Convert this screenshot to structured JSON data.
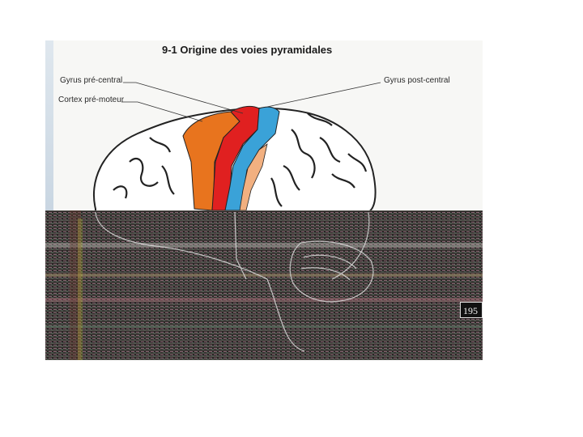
{
  "figure": {
    "title": "9-1 Origine des voies pyramidales",
    "labels": {
      "precentral": "Gyrus pré-central",
      "premotor": "Cortex pré-moteur",
      "postcentral": "Gyrus post-central"
    },
    "page_number": "195"
  },
  "colors": {
    "premotor_cortex": "#e8741e",
    "precentral_gyrus": "#e02020",
    "postcentral_gyrus": "#3aa2d8",
    "posterior_band": "#f2b080",
    "outline": "#222222"
  }
}
